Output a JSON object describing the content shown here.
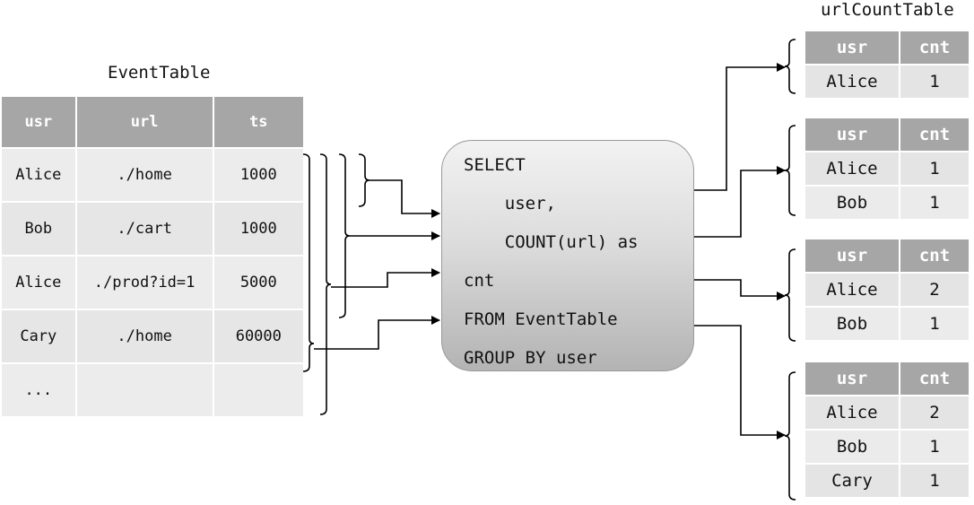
{
  "event_table": {
    "title": "EventTable",
    "headers": [
      "usr",
      "url",
      "ts"
    ],
    "rows": [
      [
        "Alice",
        "./home",
        "1000"
      ],
      [
        "Bob",
        "./cart",
        "1000"
      ],
      [
        "Alice",
        "./prod?id=1",
        "5000"
      ],
      [
        "Cary",
        "./home",
        "60000"
      ],
      [
        "...",
        "",
        ""
      ]
    ]
  },
  "query": {
    "lines": [
      "SELECT",
      "    user,",
      "    COUNT(url) as",
      "cnt",
      "FROM EventTable",
      "GROUP BY user"
    ]
  },
  "result": {
    "title": "urlCountTable",
    "headers": [
      "usr",
      "cnt"
    ],
    "snapshots": [
      [
        [
          "Alice",
          "1"
        ]
      ],
      [
        [
          "Alice",
          "1"
        ],
        [
          "Bob",
          "1"
        ]
      ],
      [
        [
          "Alice",
          "2"
        ],
        [
          "Bob",
          "1"
        ]
      ],
      [
        [
          "Alice",
          "2"
        ],
        [
          "Bob",
          "1"
        ],
        [
          "Cary",
          "1"
        ]
      ]
    ]
  }
}
